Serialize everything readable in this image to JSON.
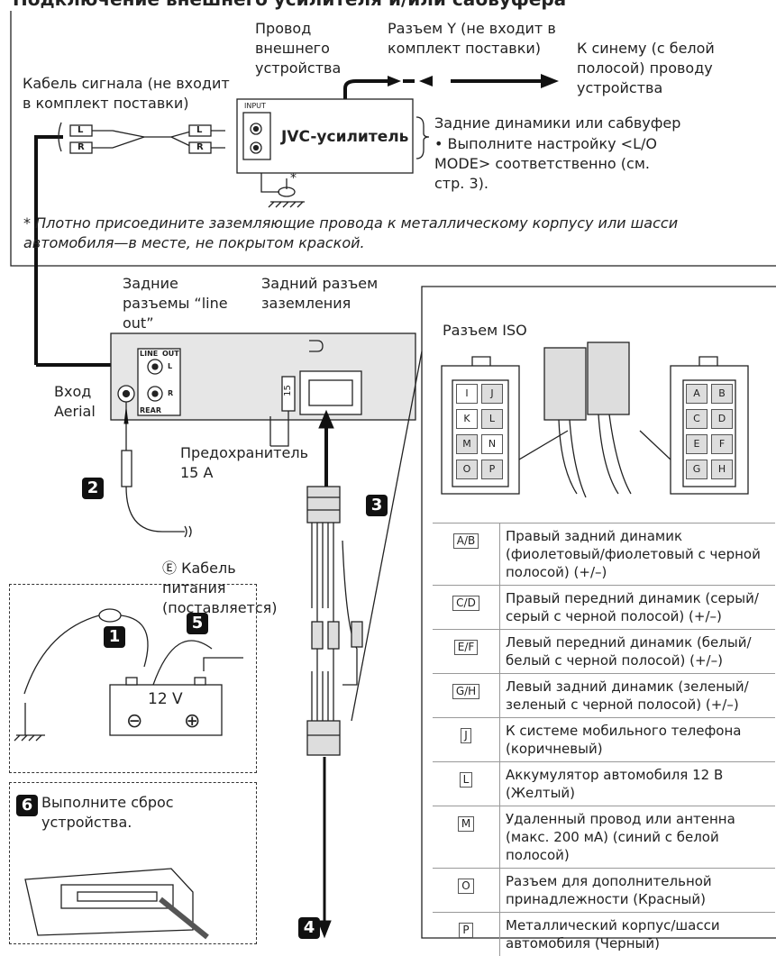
{
  "header": {
    "title": "Подключение внешнего усилителя и/или сабвуфера"
  },
  "amp_section": {
    "ext_wire": "Провод внешнего устройства",
    "y_connector": "Разъем Y (не входит в комплект поставки)",
    "to_remote": "К синему (с белой полосой) проводу устройства",
    "signal_cable": "Кабель сигнала (не входит в комплект поставки)",
    "amp_label": "JVC-усилитель",
    "amp_input": "INPUT",
    "rear_speakers": "Задние динамики или сабвуфер",
    "lo_mode": "• Выполните настройку <L/O MODE> соответственно (см. стр. 3).",
    "footnote": "* Плотно присоедините заземляющие провода к металлическому корпусу или шасси автомобиля—в месте, не покрытом краской.",
    "plug_l": "L",
    "plug_r": "R",
    "asterisk": "*"
  },
  "unit": {
    "line_out": "Задние разъемы “line out”",
    "ground_terminal": "Задний разъем заземления",
    "aerial_in": "Вход Aerial",
    "fuse": "Предохранитель 15 A",
    "fuse_value": "15",
    "panel_line": "LINE",
    "panel_out": "OUT",
    "panel_rear": "REAR",
    "panel_l": "L",
    "panel_r": "R",
    "power_cable": "Ⓔ Кабель питания (поставляется)"
  },
  "battery": {
    "voltage": "12 V",
    "minus": "⊖",
    "plus": "⊕"
  },
  "reset": {
    "text": "Выполните сброс устройства."
  },
  "steps": {
    "s1": "1",
    "s2": "2",
    "s3": "3",
    "s4": "4",
    "s5": "5",
    "s6": "6"
  },
  "iso": {
    "title": "Разъем ISO",
    "left_pins": [
      [
        "I",
        "J"
      ],
      [
        "K",
        "L"
      ],
      [
        "M",
        "N"
      ],
      [
        "O",
        "P"
      ]
    ],
    "right_pins": [
      [
        "A",
        "B"
      ],
      [
        "C",
        "D"
      ],
      [
        "E",
        "F"
      ],
      [
        "G",
        "H"
      ]
    ],
    "rows": [
      {
        "key": "A/B",
        "desc": "Правый задний динамик (фиолетовый/фиолетовый с черной полосой) (+/–)"
      },
      {
        "key": "C/D",
        "desc": "Правый передний динамик (серый/серый с черной полосой) (+/–)"
      },
      {
        "key": "E/F",
        "desc": "Левый передний динамик (белый/белый с черной полосой) (+/–)"
      },
      {
        "key": "G/H",
        "desc": "Левый задний динамик (зеленый/зеленый с черной полосой) (+/–)"
      },
      {
        "key": "J",
        "desc": "К системе мобильного телефона (коричневый)"
      },
      {
        "key": "L",
        "desc": "Аккумулятор автомобиля 12 В (Желтый)"
      },
      {
        "key": "M",
        "desc": "Удаленный провод или антенна (макс. 200 мА) (синий с белой полосой)"
      },
      {
        "key": "O",
        "desc": "Разъем для дополнительной принадлежности (Красный)"
      },
      {
        "key": "P",
        "desc": "Металлический корпус/шасси автомобиля (Черный)"
      }
    ]
  },
  "colors": {
    "ink": "#222222",
    "connector_fill": "#dddddd",
    "panel_fill": "#e6e6e6"
  }
}
